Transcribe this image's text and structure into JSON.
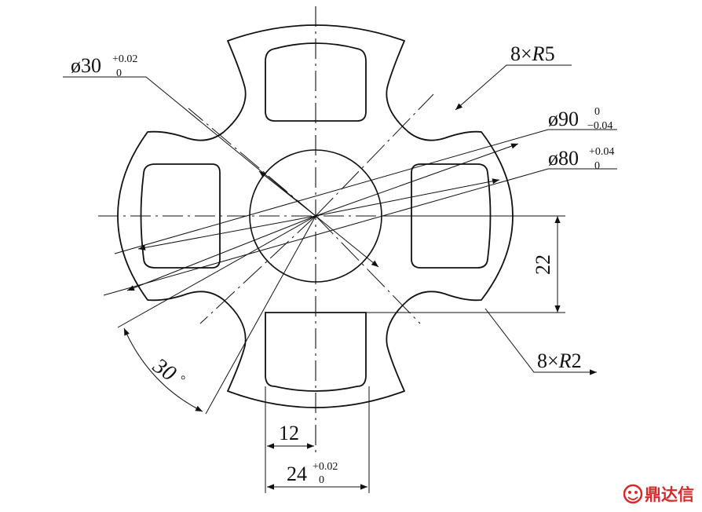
{
  "drawing": {
    "bore": {
      "symbol": "ø",
      "nominal": "30",
      "upper": "+0.02",
      "lower": "0"
    },
    "outer": {
      "symbol": "ø",
      "nominal": "90",
      "upper": "0",
      "lower": "−0.04"
    },
    "inner": {
      "symbol": "ø",
      "nominal": "80",
      "upper": "+0.04",
      "lower": "0"
    },
    "r5": {
      "count": "8×",
      "letter": "R",
      "value": "5"
    },
    "r2": {
      "count": "8×",
      "letter": "R",
      "value": "2"
    },
    "slot_offset": "22",
    "half_width": "12",
    "width": {
      "nominal": "24",
      "upper": "+0.02",
      "lower": "0"
    },
    "angle": {
      "value": "30",
      "unit": "°"
    }
  },
  "watermark": {
    "text": "鼎达信",
    "color": "#d62a2a"
  }
}
